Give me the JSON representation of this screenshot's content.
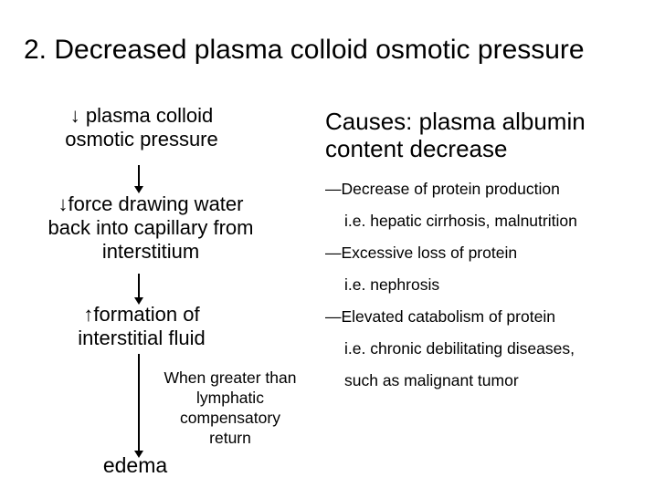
{
  "title": "2. Decreased plasma colloid osmotic pressure",
  "flowchart": {
    "step_pressure": "↓ plasma colloid\nosmotic pressure",
    "step_force": "↓force drawing water\nback into capillary from\ninterstitium",
    "step_formation": "↑formation of\ninterstitial fluid",
    "condition_label": "When greater than\nlymphatic\ncompensatory\nreturn",
    "outcome": "edema"
  },
  "causes": {
    "heading": "Causes: plasma albumin\ncontent decrease",
    "items": [
      {
        "label": "—Decrease of protein production",
        "example": "i.e. hepatic cirrhosis, malnutrition"
      },
      {
        "label": "—Excessive loss of protein",
        "example": "i.e. nephrosis"
      },
      {
        "label": "—Elevated catabolism of protein",
        "example": "i.e. chronic debilitating diseases,\nsuch as malignant tumor"
      }
    ]
  },
  "colors": {
    "text": "#000000",
    "background": "#ffffff"
  }
}
